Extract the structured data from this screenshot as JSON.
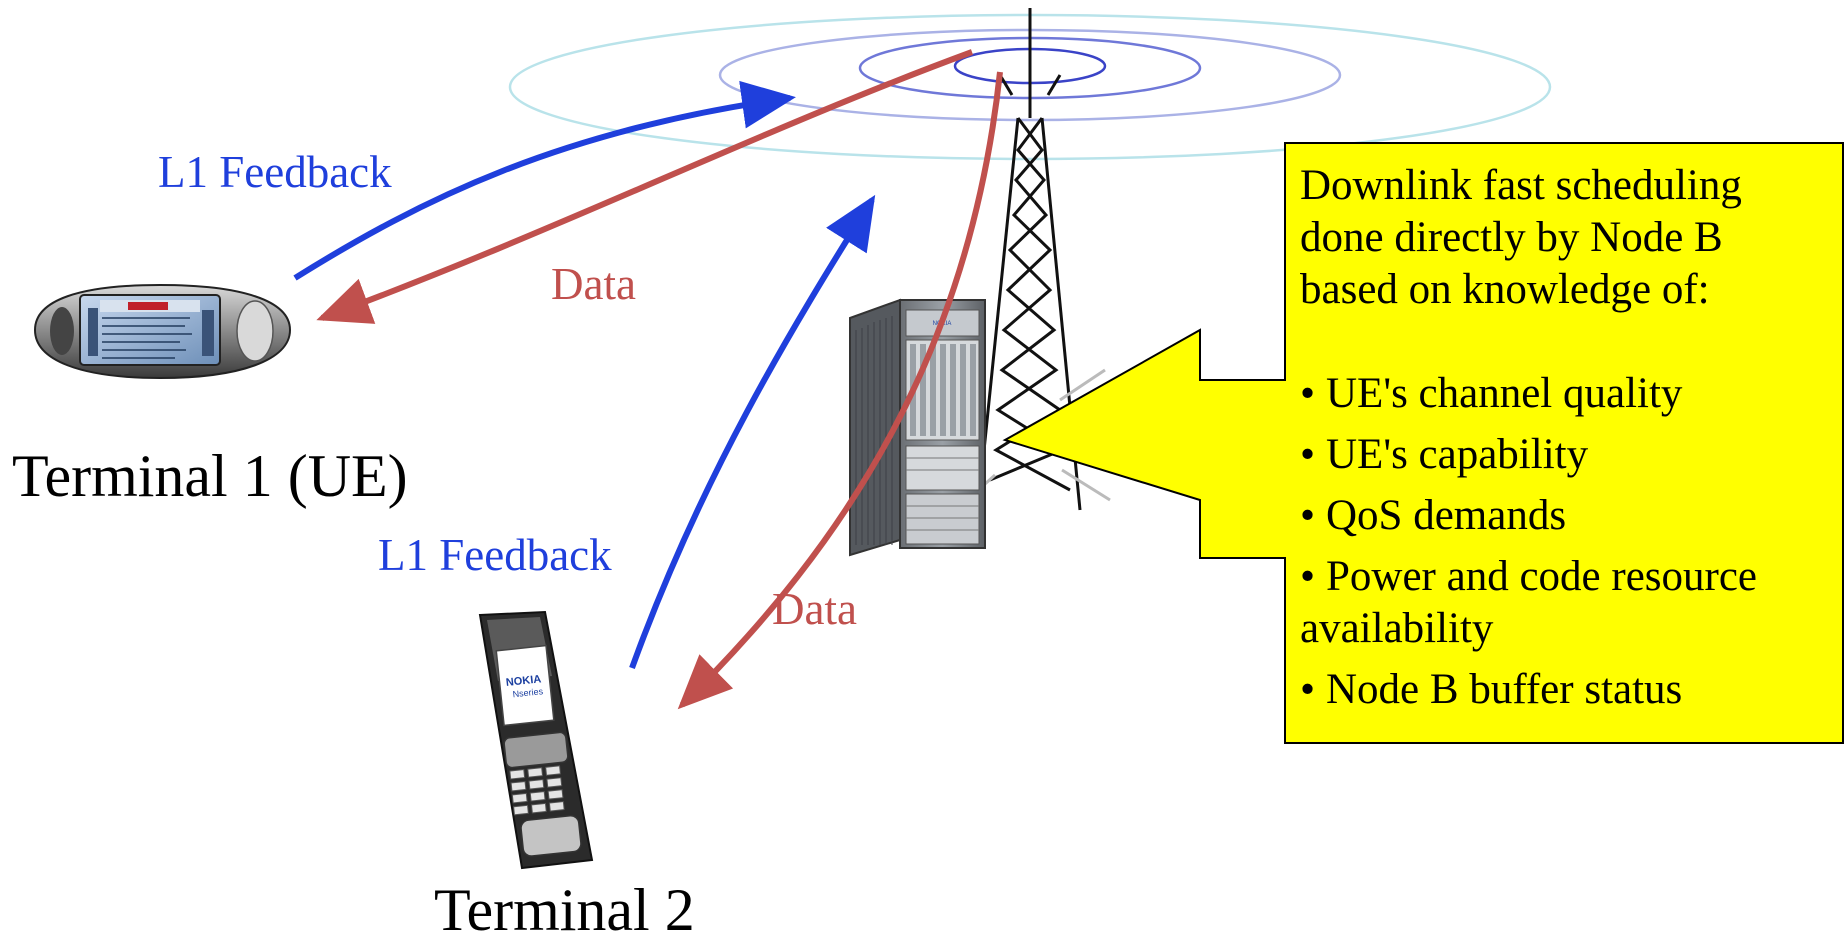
{
  "labels": {
    "l1_feedback_1": "L1 Feedback",
    "data_1": "Data",
    "terminal_1": "Terminal 1 (UE)",
    "l1_feedback_2": "L1 Feedback",
    "data_2": "Data",
    "terminal_2": "Terminal 2"
  },
  "phone_brand": {
    "logo": "NOKIA",
    "series": "Nseries"
  },
  "rack_brand": "NOKIA",
  "callout": {
    "intro": "Downlink fast scheduling done directly by Node B based on knowledge of:",
    "bullet_glyph": "•",
    "items": [
      "UE's channel quality",
      "UE's capability",
      "QoS demands",
      "Power and code resource availability",
      "Node B buffer status"
    ]
  },
  "colors": {
    "feedback": "#1f3fdc",
    "data": "#c0504d",
    "callout_fill": "#ffff00"
  }
}
